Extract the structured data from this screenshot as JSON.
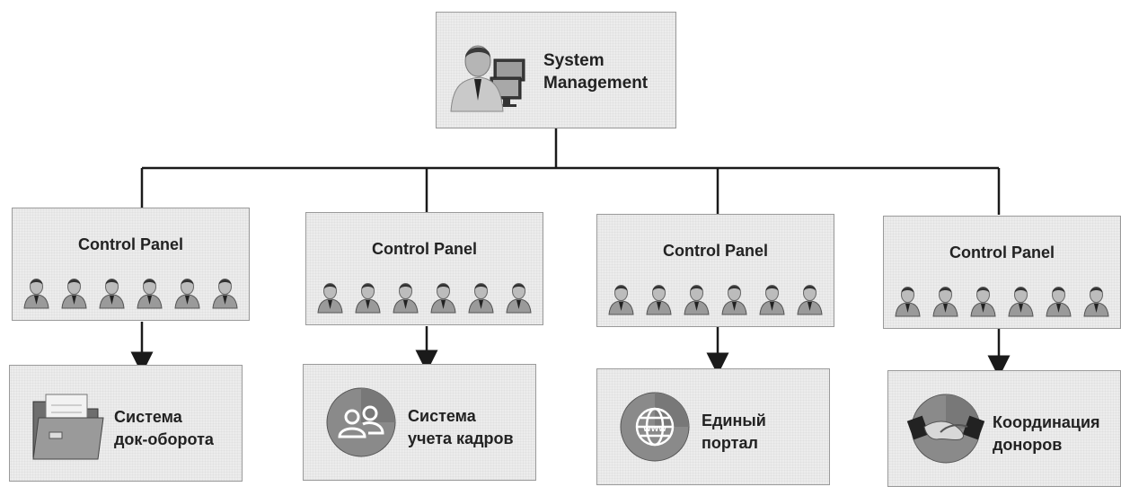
{
  "top": {
    "title_line1": "System",
    "title_line2": "Management",
    "icon": "manager-at-computer-icon"
  },
  "panels": [
    {
      "title": "Control Panel",
      "user_icon": "user-icon",
      "user_count": 6
    },
    {
      "title": "Control Panel",
      "user_icon": "user-icon",
      "user_count": 6
    },
    {
      "title": "Control Panel",
      "user_icon": "user-icon",
      "user_count": 6
    },
    {
      "title": "Control Panel",
      "user_icon": "user-icon",
      "user_count": 6
    }
  ],
  "systems": [
    {
      "line1": "Система",
      "line2": "док-оборота",
      "icon": "folder-icon"
    },
    {
      "line1": "Система",
      "line2": "учета кадров",
      "icon": "people-icon"
    },
    {
      "line1": "Единый",
      "line2": "портал",
      "icon": "globe-www-icon"
    },
    {
      "line1": "Координация",
      "line2": "доноров",
      "icon": "handshake-icon"
    }
  ],
  "colors": {
    "box_fill": "#ececec",
    "box_border": "#9a9a9a",
    "connector": "#1a1a1a",
    "circle_fill": "#8a8a8a"
  }
}
